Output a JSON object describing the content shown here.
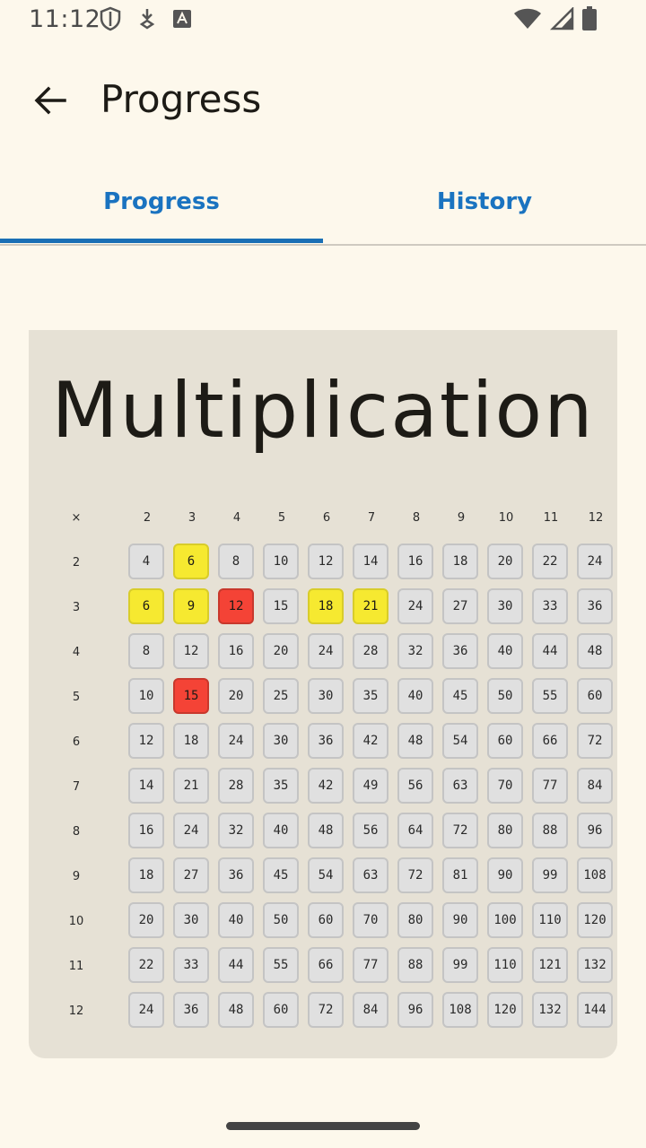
{
  "status_bar": {
    "time": "11:12",
    "icons_left": [
      "shield-icon",
      "download-icon",
      "font-icon"
    ],
    "icons_right": [
      "wifi-icon",
      "signal-icon",
      "battery-icon"
    ]
  },
  "app_bar": {
    "back_icon": "arrow-back-icon",
    "title": "Progress"
  },
  "tabs": [
    {
      "label": "Progress",
      "selected": true
    },
    {
      "label": "History",
      "selected": false
    }
  ],
  "colors": {
    "background": "#fdf8ec",
    "card": "#e6e1d5",
    "tab_text": "#1a73c0",
    "tab_indicator": "#1a6fb5",
    "cell_default": "#e0e0e0",
    "cell_yellow": "#f6e930",
    "cell_red": "#f44336"
  },
  "card": {
    "title": "Multiplication",
    "corner_label": "×",
    "column_headers": [
      "2",
      "3",
      "4",
      "5",
      "6",
      "7",
      "8",
      "9",
      "10",
      "11",
      "12"
    ],
    "rows": [
      {
        "label": "2",
        "cells": [
          {
            "v": "4",
            "s": "default"
          },
          {
            "v": "6",
            "s": "yellow"
          },
          {
            "v": "8",
            "s": "default"
          },
          {
            "v": "10",
            "s": "default"
          },
          {
            "v": "12",
            "s": "default"
          },
          {
            "v": "14",
            "s": "default"
          },
          {
            "v": "16",
            "s": "default"
          },
          {
            "v": "18",
            "s": "default"
          },
          {
            "v": "20",
            "s": "default"
          },
          {
            "v": "22",
            "s": "default"
          },
          {
            "v": "24",
            "s": "default"
          }
        ]
      },
      {
        "label": "3",
        "cells": [
          {
            "v": "6",
            "s": "yellow"
          },
          {
            "v": "9",
            "s": "yellow"
          },
          {
            "v": "12",
            "s": "red"
          },
          {
            "v": "15",
            "s": "default"
          },
          {
            "v": "18",
            "s": "yellow"
          },
          {
            "v": "21",
            "s": "yellow"
          },
          {
            "v": "24",
            "s": "default"
          },
          {
            "v": "27",
            "s": "default"
          },
          {
            "v": "30",
            "s": "default"
          },
          {
            "v": "33",
            "s": "default"
          },
          {
            "v": "36",
            "s": "default"
          }
        ]
      },
      {
        "label": "4",
        "cells": [
          {
            "v": "8",
            "s": "default"
          },
          {
            "v": "12",
            "s": "default"
          },
          {
            "v": "16",
            "s": "default"
          },
          {
            "v": "20",
            "s": "default"
          },
          {
            "v": "24",
            "s": "default"
          },
          {
            "v": "28",
            "s": "default"
          },
          {
            "v": "32",
            "s": "default"
          },
          {
            "v": "36",
            "s": "default"
          },
          {
            "v": "40",
            "s": "default"
          },
          {
            "v": "44",
            "s": "default"
          },
          {
            "v": "48",
            "s": "default"
          }
        ]
      },
      {
        "label": "5",
        "cells": [
          {
            "v": "10",
            "s": "default"
          },
          {
            "v": "15",
            "s": "red"
          },
          {
            "v": "20",
            "s": "default"
          },
          {
            "v": "25",
            "s": "default"
          },
          {
            "v": "30",
            "s": "default"
          },
          {
            "v": "35",
            "s": "default"
          },
          {
            "v": "40",
            "s": "default"
          },
          {
            "v": "45",
            "s": "default"
          },
          {
            "v": "50",
            "s": "default"
          },
          {
            "v": "55",
            "s": "default"
          },
          {
            "v": "60",
            "s": "default"
          }
        ]
      },
      {
        "label": "6",
        "cells": [
          {
            "v": "12",
            "s": "default"
          },
          {
            "v": "18",
            "s": "default"
          },
          {
            "v": "24",
            "s": "default"
          },
          {
            "v": "30",
            "s": "default"
          },
          {
            "v": "36",
            "s": "default"
          },
          {
            "v": "42",
            "s": "default"
          },
          {
            "v": "48",
            "s": "default"
          },
          {
            "v": "54",
            "s": "default"
          },
          {
            "v": "60",
            "s": "default"
          },
          {
            "v": "66",
            "s": "default"
          },
          {
            "v": "72",
            "s": "default"
          }
        ]
      },
      {
        "label": "7",
        "cells": [
          {
            "v": "14",
            "s": "default"
          },
          {
            "v": "21",
            "s": "default"
          },
          {
            "v": "28",
            "s": "default"
          },
          {
            "v": "35",
            "s": "default"
          },
          {
            "v": "42",
            "s": "default"
          },
          {
            "v": "49",
            "s": "default"
          },
          {
            "v": "56",
            "s": "default"
          },
          {
            "v": "63",
            "s": "default"
          },
          {
            "v": "70",
            "s": "default"
          },
          {
            "v": "77",
            "s": "default"
          },
          {
            "v": "84",
            "s": "default"
          }
        ]
      },
      {
        "label": "8",
        "cells": [
          {
            "v": "16",
            "s": "default"
          },
          {
            "v": "24",
            "s": "default"
          },
          {
            "v": "32",
            "s": "default"
          },
          {
            "v": "40",
            "s": "default"
          },
          {
            "v": "48",
            "s": "default"
          },
          {
            "v": "56",
            "s": "default"
          },
          {
            "v": "64",
            "s": "default"
          },
          {
            "v": "72",
            "s": "default"
          },
          {
            "v": "80",
            "s": "default"
          },
          {
            "v": "88",
            "s": "default"
          },
          {
            "v": "96",
            "s": "default"
          }
        ]
      },
      {
        "label": "9",
        "cells": [
          {
            "v": "18",
            "s": "default"
          },
          {
            "v": "27",
            "s": "default"
          },
          {
            "v": "36",
            "s": "default"
          },
          {
            "v": "45",
            "s": "default"
          },
          {
            "v": "54",
            "s": "default"
          },
          {
            "v": "63",
            "s": "default"
          },
          {
            "v": "72",
            "s": "default"
          },
          {
            "v": "81",
            "s": "default"
          },
          {
            "v": "90",
            "s": "default"
          },
          {
            "v": "99",
            "s": "default"
          },
          {
            "v": "108",
            "s": "default"
          }
        ]
      },
      {
        "label": "10",
        "cells": [
          {
            "v": "20",
            "s": "default"
          },
          {
            "v": "30",
            "s": "default"
          },
          {
            "v": "40",
            "s": "default"
          },
          {
            "v": "50",
            "s": "default"
          },
          {
            "v": "60",
            "s": "default"
          },
          {
            "v": "70",
            "s": "default"
          },
          {
            "v": "80",
            "s": "default"
          },
          {
            "v": "90",
            "s": "default"
          },
          {
            "v": "100",
            "s": "default"
          },
          {
            "v": "110",
            "s": "default"
          },
          {
            "v": "120",
            "s": "default"
          }
        ]
      },
      {
        "label": "11",
        "cells": [
          {
            "v": "22",
            "s": "default"
          },
          {
            "v": "33",
            "s": "default"
          },
          {
            "v": "44",
            "s": "default"
          },
          {
            "v": "55",
            "s": "default"
          },
          {
            "v": "66",
            "s": "default"
          },
          {
            "v": "77",
            "s": "default"
          },
          {
            "v": "88",
            "s": "default"
          },
          {
            "v": "99",
            "s": "default"
          },
          {
            "v": "110",
            "s": "default"
          },
          {
            "v": "121",
            "s": "default"
          },
          {
            "v": "132",
            "s": "default"
          }
        ]
      },
      {
        "label": "12",
        "cells": [
          {
            "v": "24",
            "s": "default"
          },
          {
            "v": "36",
            "s": "default"
          },
          {
            "v": "48",
            "s": "default"
          },
          {
            "v": "60",
            "s": "default"
          },
          {
            "v": "72",
            "s": "default"
          },
          {
            "v": "84",
            "s": "default"
          },
          {
            "v": "96",
            "s": "default"
          },
          {
            "v": "108",
            "s": "default"
          },
          {
            "v": "120",
            "s": "default"
          },
          {
            "v": "132",
            "s": "default"
          },
          {
            "v": "144",
            "s": "default"
          }
        ]
      }
    ]
  }
}
